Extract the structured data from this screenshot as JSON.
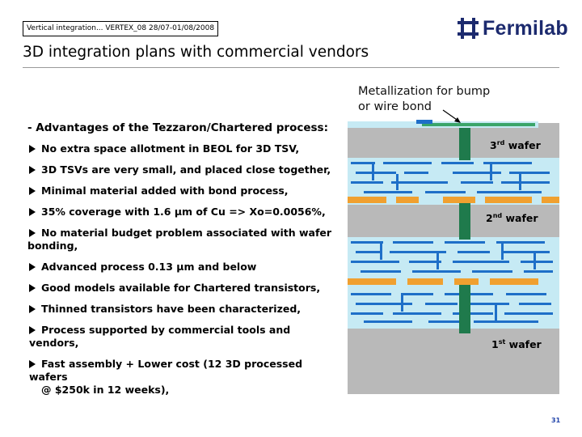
{
  "header": {
    "conference": "Vertical integration... VERTEX_08 28/07-01/08/2008"
  },
  "logo": {
    "text": "Fermilab",
    "color": "#1c2a6e"
  },
  "slide": {
    "title": "3D integration plans with commercial vendors",
    "subtitle": "- Advantages of the Tezzaron/Chartered process:",
    "bullets": [
      {
        "lines": [
          "No extra space allotment in BEOL for 3D TSV,"
        ]
      },
      {
        "lines": [
          "3D TSVs are very small, and placed close together,"
        ]
      },
      {
        "lines": [
          "Minimal material added with bond process,"
        ]
      },
      {
        "lines": [
          "35% coverage with 1.6 µm of Cu => Xo=0.0056%,"
        ]
      },
      {
        "lines": [
          "No material budget problem associated with wafer",
          "bonding,"
        ]
      },
      {
        "lines": [
          "Advanced process 0.13 µm and below"
        ]
      },
      {
        "lines": [
          "Good models available for Chartered transistors,"
        ]
      },
      {
        "lines": [
          "Thinned transistors have been characterized,"
        ]
      },
      {
        "lines": [
          "Process supported by commercial tools and vendors,"
        ]
      },
      {
        "lines": [
          "Fast assembly + Lower cost (12 3D processed wafers",
          "@ $250k in 12 weeks),"
        ]
      }
    ],
    "page_number": "31"
  },
  "diagram": {
    "annotation_line1": "Metallization for bump",
    "annotation_line2": "or wire bond",
    "wafer3_num": "3",
    "wafer3_sup": "rd",
    "wafer3_suffix": " wafer",
    "wafer2_num": "2",
    "wafer2_sup": "nd",
    "wafer2_suffix": " wafer",
    "wafer1_num": "1",
    "wafer1_sup": "st",
    "wafer1_suffix": " wafer",
    "colors": {
      "silicon": "#b9b9b9",
      "dielectric": "#c6eaf4",
      "metal_blue": "#1e6fc8",
      "bond_orange": "#f0a030",
      "tsv_green": "#1f7a4c",
      "top_bar": "#3aa56a"
    }
  }
}
